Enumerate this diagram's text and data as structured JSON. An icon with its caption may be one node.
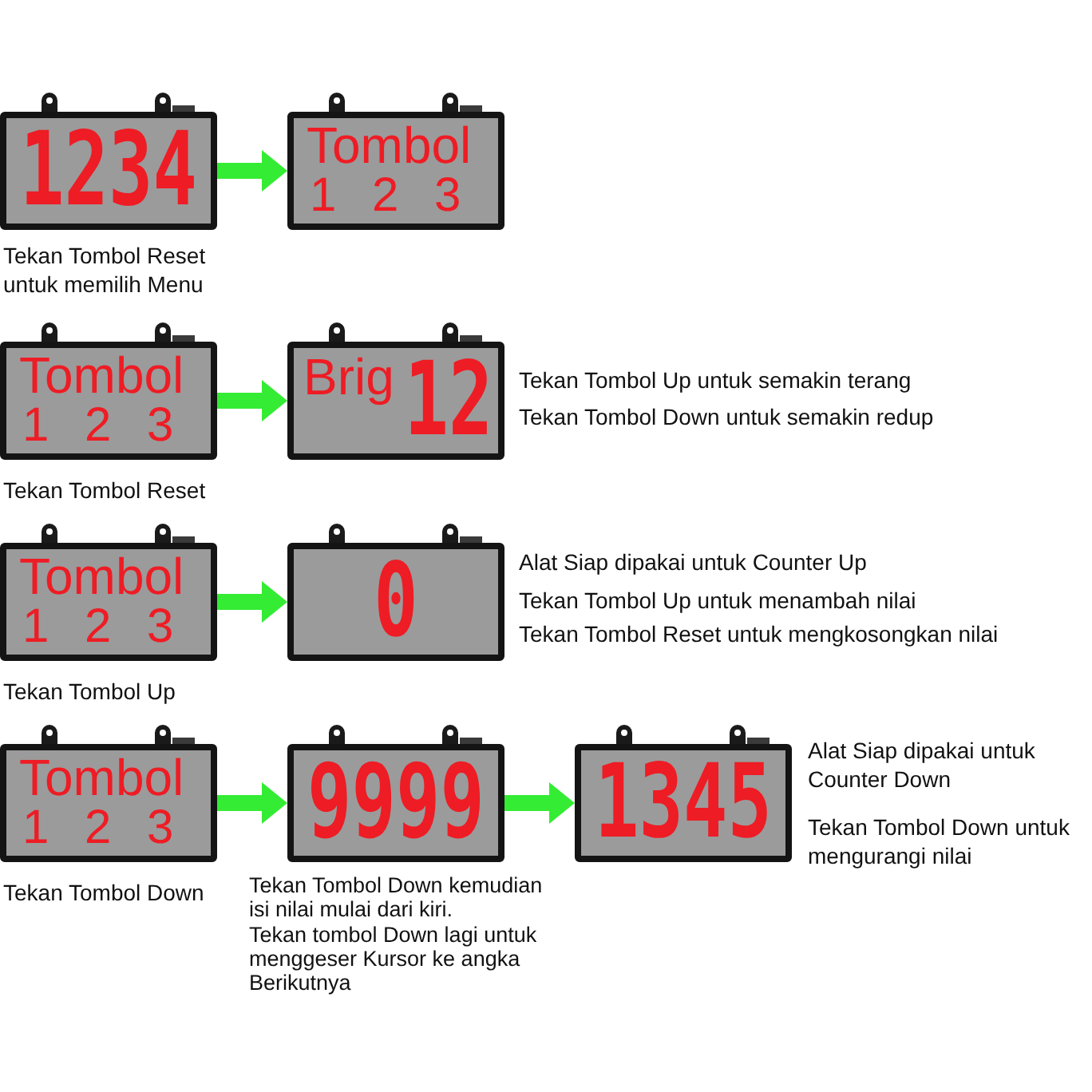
{
  "diagram": {
    "nodes": [
      {
        "text": [
          "1234"
        ],
        "beside": [
          "Tekan Tombol Reset untuk memilih Menu"
        ]
      },
      {
        "text": [
          "Tombol",
          "1 2 3"
        ]
      },
      {
        "text": [
          "Tombol",
          "1 2 3"
        ],
        "beside": [
          "Tekan Tombol Reset"
        ]
      },
      {
        "text": [
          "Brig",
          "12"
        ],
        "beside": [
          "Tekan Tombol Up untuk semakin terang",
          "Tekan Tombol Down untuk semakin redup"
        ]
      },
      {
        "text": [
          "Tombol",
          "1 2 3"
        ],
        "beside": [
          "Tekan Tombol Up"
        ]
      },
      {
        "text": [
          "0"
        ],
        "beside": [
          "Alat Siap dipakai untuk Counter Up",
          "Tekan Tombol Up untuk menambah nilai",
          "Tekan Tombol Reset untuk mengkosongkan nilai"
        ]
      },
      {
        "text": [
          "Tombol",
          "1 2 3"
        ],
        "beside": [
          "Tekan Tombol Down"
        ]
      },
      {
        "text": [
          "9999"
        ],
        "beside": [
          "Tekan Tombol Down kemudian isi nilai mulai dari kiri.",
          "Tekan tombol Down lagi untuk menggeser Kursor ke angka Berikutnya"
        ]
      },
      {
        "text": [
          "1345"
        ],
        "beside": [
          "Alat Siap dipakai untuk Counter Down",
          "Tekan Tombol Down untuk mengurangi nilai"
        ]
      }
    ],
    "edges": [
      {
        "from": 0,
        "to": 1,
        "arrow": "to"
      },
      {
        "from": 2,
        "to": 3,
        "arrow": "to"
      },
      {
        "from": 4,
        "to": 5,
        "arrow": "to"
      },
      {
        "from": 6,
        "to": 7,
        "arrow": "to"
      },
      {
        "from": 7,
        "to": 8,
        "arrow": "to"
      }
    ]
  }
}
